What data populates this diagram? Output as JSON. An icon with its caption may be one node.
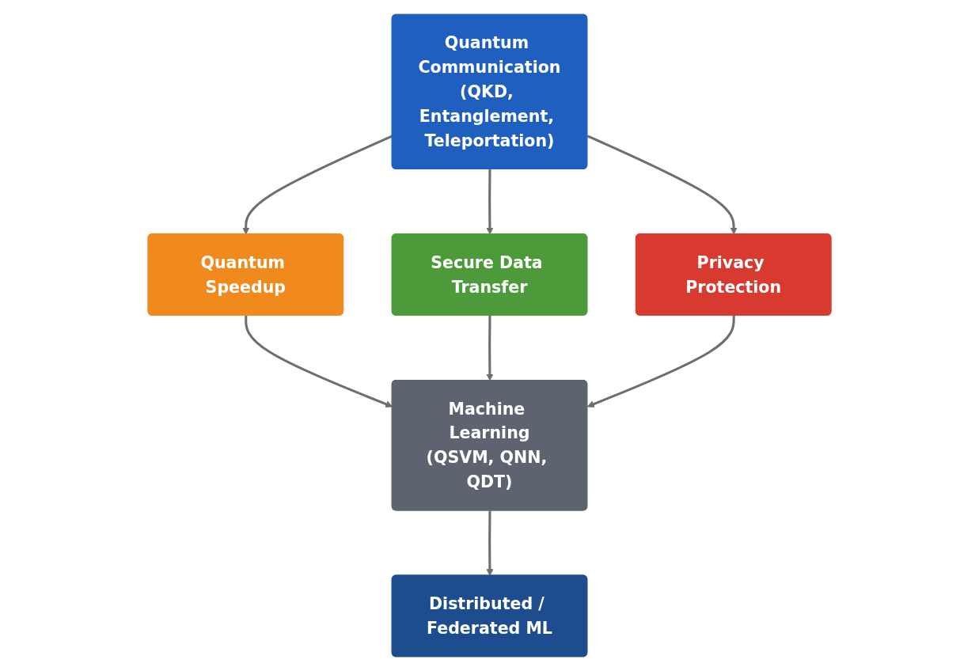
{
  "diagram": {
    "nodes": [
      {
        "text": [
          "Quantum Communication",
          "(QKD, Entanglement, Teleportation)"
        ]
      },
      {
        "text": [
          "Quantum Speedup"
        ]
      },
      {
        "text": [
          "Secure Data Transfer"
        ]
      },
      {
        "text": [
          "Privacy Protection"
        ]
      },
      {
        "text": [
          "Machine Learning",
          "(QSVM, QNN, QDT)"
        ]
      },
      {
        "text": [
          "Distributed / Federated ML"
        ]
      }
    ],
    "edges": [
      {
        "from": 0,
        "to": 1,
        "arrow": "to"
      },
      {
        "from": 0,
        "to": 2,
        "arrow": "to"
      },
      {
        "from": 0,
        "to": 3,
        "arrow": "to"
      },
      {
        "from": 1,
        "to": 4,
        "arrow": "to"
      },
      {
        "from": 2,
        "to": 4,
        "arrow": "to"
      },
      {
        "from": 3,
        "to": 4,
        "arrow": "to"
      },
      {
        "from": 4,
        "to": 5,
        "arrow": "to"
      }
    ]
  }
}
